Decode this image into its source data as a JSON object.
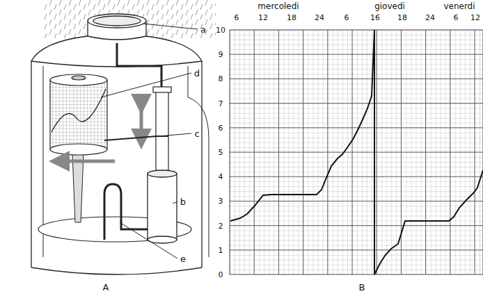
{
  "diagram": {
    "labels": [
      "a",
      "d",
      "c",
      "b",
      "e",
      "A",
      "mercoledi",
      "giovedi",
      "venerdi",
      "6",
      "12",
      "18",
      "24",
      "6",
      "16",
      "18",
      "24",
      "6",
      "12",
      "10",
      "9",
      "8",
      "7",
      "6",
      "5",
      "4",
      "3",
      "2",
      "1",
      "0",
      "B"
    ]
  }
}
